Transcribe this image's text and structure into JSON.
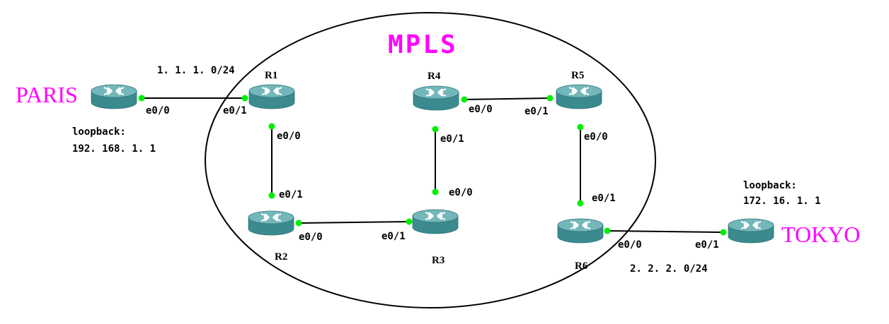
{
  "cloud": {
    "label": "MPLS"
  },
  "sites": {
    "left": "PARIS",
    "right": "TOKYO"
  },
  "routers": {
    "r1": "R1",
    "r2": "R2",
    "r3": "R3",
    "r4": "R4",
    "r5": "R5",
    "r6": "R6"
  },
  "subnets": {
    "left": "1. 1. 1. 0/24",
    "right": "2. 2. 2. 0/24"
  },
  "loopbacks": {
    "left": {
      "title": "loopback:",
      "address": "192. 168. 1. 1"
    },
    "right": {
      "title": "loopback:",
      "address": "172. 16. 1. 1"
    }
  },
  "interfaces": {
    "paris_e00": "e0/0",
    "r1_e01": "e0/1",
    "r1_e00": "e0/0",
    "r2_e01": "e0/1",
    "r2_e00": "e0/0",
    "r3_e01": "e0/1",
    "r3_e00": "e0/0",
    "r4_e01": "e0/1",
    "r4_e00": "e0/0",
    "r5_e01": "e0/1",
    "r5_e00": "e0/0",
    "r6_e01": "e0/1",
    "r6_e00": "e0/0",
    "tokyo_e01": "e0/1"
  },
  "colors": {
    "router_body": "#3f8f93",
    "router_top": "#6fb3b6",
    "port_dot": "#00ee00",
    "site_text": "#ff00ff"
  }
}
